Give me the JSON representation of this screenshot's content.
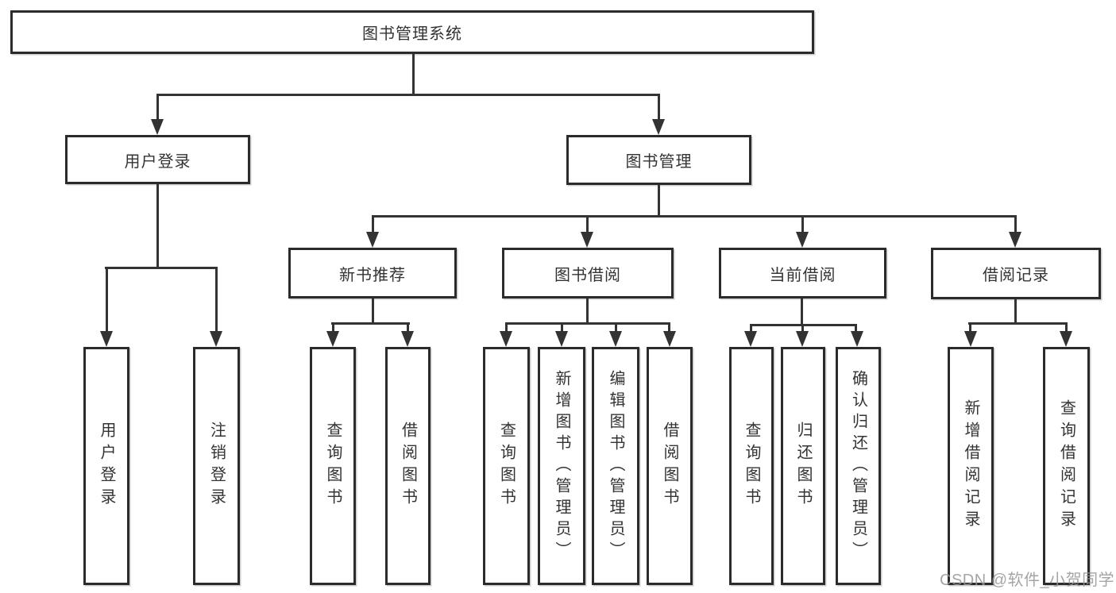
{
  "diagram": {
    "watermark": "CSDN @软件_小贺同学",
    "colors": {
      "line": "#333333",
      "box_border": "#2b2b2b",
      "box_fill": "#ffffff",
      "text": "#333333",
      "watermark": "#969494"
    },
    "tree": {
      "root": {
        "label": "图书管理系统"
      },
      "branches": [
        {
          "label": "用户登录",
          "leaves": [
            {
              "label": "用户登录"
            },
            {
              "label": "注销登录"
            }
          ]
        },
        {
          "label": "图书管理",
          "groups": [
            {
              "label": "新书推荐",
              "leaves": [
                {
                  "label": "查询图书"
                },
                {
                  "label": "借阅图书"
                }
              ]
            },
            {
              "label": "图书借阅",
              "leaves": [
                {
                  "label": "查询图书"
                },
                {
                  "label": "新增图书（管理员）"
                },
                {
                  "label": "编辑图书（管理员）"
                },
                {
                  "label": "借阅图书"
                }
              ]
            },
            {
              "label": "当前借阅",
              "leaves": [
                {
                  "label": "查询图书"
                },
                {
                  "label": "归还图书"
                },
                {
                  "label": "确认归还（管理员）"
                }
              ]
            },
            {
              "label": "借阅记录",
              "leaves": [
                {
                  "label": "新增借阅记录"
                },
                {
                  "label": "查询借阅记录"
                }
              ]
            }
          ]
        }
      ]
    }
  }
}
